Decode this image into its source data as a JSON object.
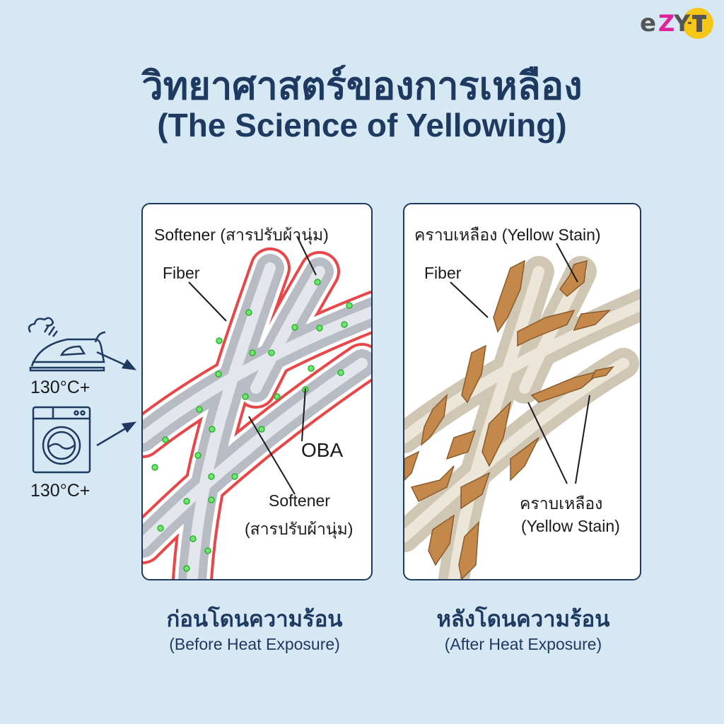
{
  "header": {
    "title_thai": "วิทยาศาสตร์ของการเหลือง",
    "title_en": "(The Science of Yellowing)"
  },
  "logo": {
    "text": "ezy-T",
    "colors": {
      "e": "#555555",
      "z": "#e0219a",
      "y": "#555555",
      "circle": "#f5c518"
    }
  },
  "heat_sources": [
    {
      "icon": "iron-icon",
      "temperature": "130°C+"
    },
    {
      "icon": "washing-machine-icon",
      "temperature": "130°C+"
    }
  ],
  "panels": {
    "before": {
      "label_top": "Softener (สารปรับผ้านุ่ม)",
      "label_fiber": "Fiber",
      "label_oba": "OBA",
      "label_softener_1": "Softener",
      "label_softener_2": "(สารปรับผ้านุ่ม)",
      "caption_thai": "ก่อนโดนความร้อน",
      "caption_en": "(Before Heat Exposure)"
    },
    "after": {
      "label_top": "คราบเหลือง (Yellow Stain)",
      "label_fiber": "Fiber",
      "label_stain_1": "คราบเหลือง",
      "label_stain_2": "(Yellow Stain)",
      "caption_thai": "หลังโดนความร้อน",
      "caption_en": "(After Heat Exposure)"
    }
  },
  "colors": {
    "background": "#d7e8f5",
    "navy": "#1f3a60",
    "softener_outline": "#e8474a",
    "oba_dots": "#5fe35a",
    "stain": "#c4894a"
  }
}
